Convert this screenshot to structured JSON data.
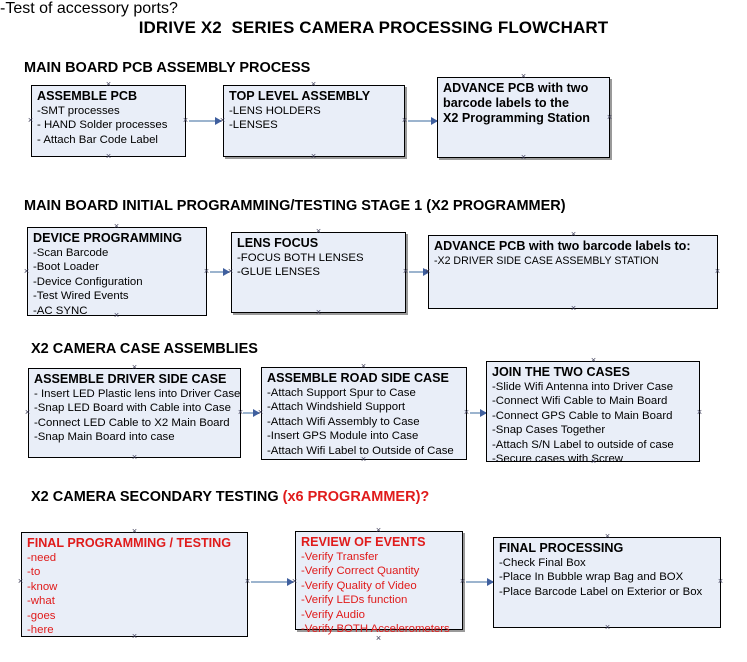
{
  "document": {
    "title": "IDRIVE X2  SERIES CAMERA PROCESSING FLOWCHART"
  },
  "sections": [
    {
      "id": "main-board-pcb-assembly",
      "heading": "MAIN BOARD PCB ASSEMBLY PROCESS",
      "heading_accent": "",
      "boxes": [
        {
          "id": "assemble-pcb",
          "title": "ASSEMBLE PCB",
          "lines": [
            "-SMT processes",
            "- HAND Solder processes",
            "- Attach Bar Code Label"
          ],
          "color": "black",
          "fill": "#e9eef8"
        },
        {
          "id": "top-level-assembly",
          "title": "TOP LEVEL ASSEMBLY",
          "lines": [
            "-LENS HOLDERS",
            "-LENSES"
          ],
          "color": "black",
          "fill": "#e9eef8"
        },
        {
          "id": "advance-pcb-programming-station",
          "title": "ADVANCE PCB with two",
          "lines": [
            "barcode labels to the",
            " X2 Programming Station"
          ],
          "color": "black",
          "fill": "#e9eef8"
        }
      ]
    },
    {
      "id": "main-board-initial-programming",
      "heading": "MAIN BOARD INITIAL PROGRAMMING/TESTING STAGE 1 (X2 PROGRAMMER)",
      "heading_accent": "",
      "boxes": [
        {
          "id": "device-programming",
          "title": "DEVICE PROGRAMMING",
          "lines": [
            "-Scan Barcode",
            "-Boot Loader",
            "-Device Configuration",
            "-Test Wired Events",
            "-AC SYNC"
          ],
          "color": "black",
          "fill": "#e9eef8"
        },
        {
          "id": "lens-focus",
          "title": "LENS FOCUS",
          "lines": [
            "-FOCUS BOTH LENSES",
            "-GLUE LENSES"
          ],
          "color": "black",
          "fill": "#e9eef8"
        },
        {
          "id": "advance-pcb-driver-side-case",
          "title": "ADVANCE PCB with two barcode labels to:",
          "lines": [
            "-X2 DRIVER  SIDE  CASE  ASSEMBLY STATION"
          ],
          "color": "black",
          "fill": "#e9eef8"
        }
      ]
    },
    {
      "id": "x2-camera-case-assemblies",
      "heading": "X2 CAMERA CASE ASSEMBLIES",
      "heading_accent": "",
      "boxes": [
        {
          "id": "assemble-driver-side-case",
          "title": "ASSEMBLE DRIVER SIDE CASE",
          "lines": [
            "- Insert LED Plastic lens into Driver Case",
            "-Snap LED Board with Cable into Case",
            "-Connect LED Cable to X2 Main Board",
            "-Snap Main Board into case"
          ],
          "color": "black",
          "fill": "#e9eef8"
        },
        {
          "id": "assemble-road-side-case",
          "title": "ASSEMBLE ROAD SIDE CASE",
          "lines": [
            "-Attach Support Spur to Case",
            "-Attach Windshield Support",
            "-Attach Wifi Assembly to Case",
            "-Insert GPS Module into Case",
            "-Attach Wifi Label to Outside of Case"
          ],
          "color": "black",
          "fill": "#e9eef8"
        },
        {
          "id": "join-the-two-cases",
          "title": "JOIN THE TWO CASES",
          "lines": [
            "-Slide Wifi Antenna into Driver Case",
            "-Connect Wifi Cable to Main Board",
            "-Connect GPS Cable to Main Board",
            "-Snap Cases Together",
            "-Attach S/N Label to outside of case",
            "-Secure cases with Screw"
          ],
          "color": "black",
          "fill": "#e9eef8"
        }
      ]
    },
    {
      "id": "x2-camera-secondary-testing",
      "heading": "X2 CAMERA SECONDARY TESTING ",
      "heading_accent": "(x6 PROGRAMMER)?",
      "boxes": [
        {
          "id": "final-programming-testing",
          "title": "FINAL PROGRAMMING / TESTING",
          "lines": [
            "-need",
            "-to",
            "-know",
            "-what",
            "-goes",
            "-here"
          ],
          "color": "red",
          "fill": "#e9eef8"
        },
        {
          "id": "review-of-events",
          "title": "REVIEW OF EVENTS",
          "lines": [
            "-Verify Transfer",
            "-Verify Correct Quantity",
            "-Verify Quality of Video",
            "-Verify LEDs function",
            "-Verify Audio",
            "-Verify BOTH Accelerometers"
          ],
          "overflow_line": "-Test of accessory ports?",
          "color": "red",
          "fill": "#e9eef8"
        },
        {
          "id": "final-processing",
          "title": "FINAL PROCESSING",
          "lines": [
            " -Check Final Box",
            "-Place In Bubble wrap Bag and BOX",
            "-Place Barcode Label on Exterior or Box"
          ],
          "color": "black",
          "fill": "#e9eef8"
        }
      ]
    }
  ],
  "colors": {
    "box_fill": "#e9eef8",
    "box_border": "#000000",
    "accent_red": "#e01b1b",
    "connector": "#9cb4ce",
    "arrowhead": "#3f5f9e",
    "shadow": "#9a9a9a"
  }
}
